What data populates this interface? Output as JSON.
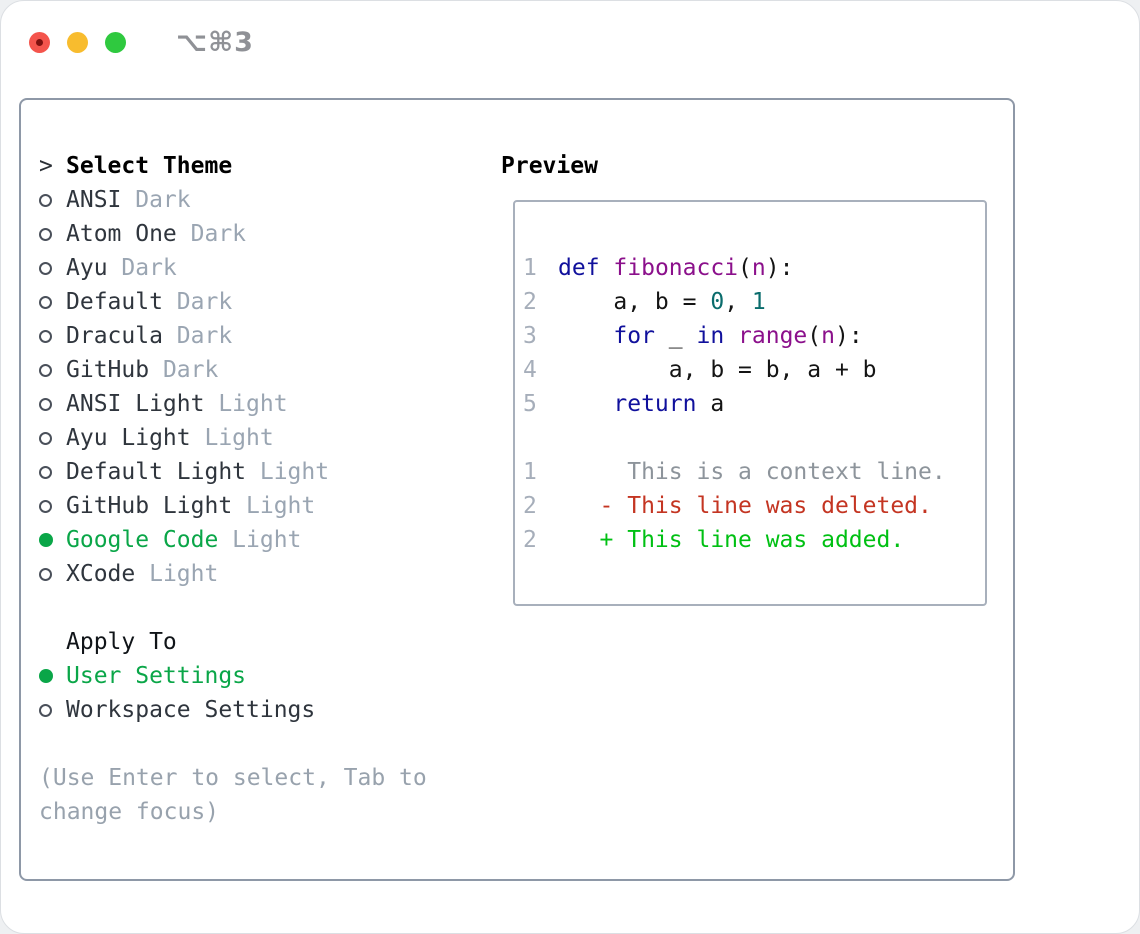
{
  "window": {
    "title": "⌥⌘3",
    "controls": [
      "close",
      "minimize",
      "zoom"
    ]
  },
  "left": {
    "prompt": ">",
    "title": "Select Theme",
    "themes": [
      {
        "name": "ANSI",
        "variant": "Dark",
        "selected": false
      },
      {
        "name": "Atom One",
        "variant": "Dark",
        "selected": false
      },
      {
        "name": "Ayu",
        "variant": "Dark",
        "selected": false
      },
      {
        "name": "Default",
        "variant": "Dark",
        "selected": false
      },
      {
        "name": "Dracula",
        "variant": "Dark",
        "selected": false
      },
      {
        "name": "GitHub",
        "variant": "Dark",
        "selected": false
      },
      {
        "name": "ANSI Light",
        "variant": "Light",
        "selected": false
      },
      {
        "name": "Ayu Light",
        "variant": "Light",
        "selected": false
      },
      {
        "name": "Default Light",
        "variant": "Light",
        "selected": false
      },
      {
        "name": "GitHub Light",
        "variant": "Light",
        "selected": false
      },
      {
        "name": "Google Code",
        "variant": "Light",
        "selected": true
      },
      {
        "name": "XCode",
        "variant": "Light",
        "selected": false
      }
    ],
    "apply_to": {
      "label": "Apply To",
      "options": [
        {
          "label": "User Settings",
          "selected": true
        },
        {
          "label": "Workspace Settings",
          "selected": false
        }
      ]
    },
    "help": "(Use Enter to select, Tab to change focus)"
  },
  "preview": {
    "title": "Preview",
    "lines": [
      {
        "num": "1",
        "tokens": [
          {
            "c": "kw",
            "t": "def"
          },
          {
            "c": "pln",
            "t": " "
          },
          {
            "c": "fn",
            "t": "fibonacci"
          },
          {
            "c": "pln",
            "t": "("
          },
          {
            "c": "fn",
            "t": "n"
          },
          {
            "c": "pln",
            "t": "):"
          }
        ]
      },
      {
        "num": "2",
        "tokens": [
          {
            "c": "pln",
            "t": "    a, b = "
          },
          {
            "c": "lit",
            "t": "0"
          },
          {
            "c": "pln",
            "t": ", "
          },
          {
            "c": "lit",
            "t": "1"
          }
        ]
      },
      {
        "num": "3",
        "tokens": [
          {
            "c": "pln",
            "t": "    "
          },
          {
            "c": "kw",
            "t": "for"
          },
          {
            "c": "pln",
            "t": " _ "
          },
          {
            "c": "kw",
            "t": "in"
          },
          {
            "c": "pln",
            "t": " "
          },
          {
            "c": "fn",
            "t": "range"
          },
          {
            "c": "pln",
            "t": "("
          },
          {
            "c": "fn",
            "t": "n"
          },
          {
            "c": "pln",
            "t": "):"
          }
        ]
      },
      {
        "num": "4",
        "tokens": [
          {
            "c": "pln",
            "t": "        a, b = b, a + b"
          }
        ]
      },
      {
        "num": "5",
        "tokens": [
          {
            "c": "pln",
            "t": "    "
          },
          {
            "c": "kw",
            "t": "return"
          },
          {
            "c": "pln",
            "t": " a"
          }
        ]
      },
      {
        "num": "",
        "tokens": []
      },
      {
        "num": "1",
        "tokens": [
          {
            "c": "ctx",
            "t": "     This is a context line."
          }
        ]
      },
      {
        "num": "2",
        "tokens": [
          {
            "c": "del",
            "t": "   - This line was deleted."
          }
        ]
      },
      {
        "num": "2",
        "tokens": [
          {
            "c": "add",
            "t": "   + This line was added."
          }
        ]
      }
    ]
  },
  "colors": {
    "traffic_red": "#f4544c",
    "traffic_red_dot": "#7d100e",
    "traffic_yellow": "#f8bc2e",
    "traffic_green": "#2fc93f",
    "title": "#8f9196",
    "panel_border": "#8e98a7",
    "preview_border": "#a8b0bc",
    "selection_green": "#0aa648",
    "dark_text": "#2f353d",
    "muted_label": "#9aa5b2",
    "muted": "#98a2ad",
    "keyword": "#10109c",
    "function": "#8b108b",
    "literal": "#0a6c6c",
    "plain": "#141414",
    "line_number": "#a6aeba",
    "context": "#8d949b",
    "deleted": "#c43522",
    "added": "#00c013"
  }
}
